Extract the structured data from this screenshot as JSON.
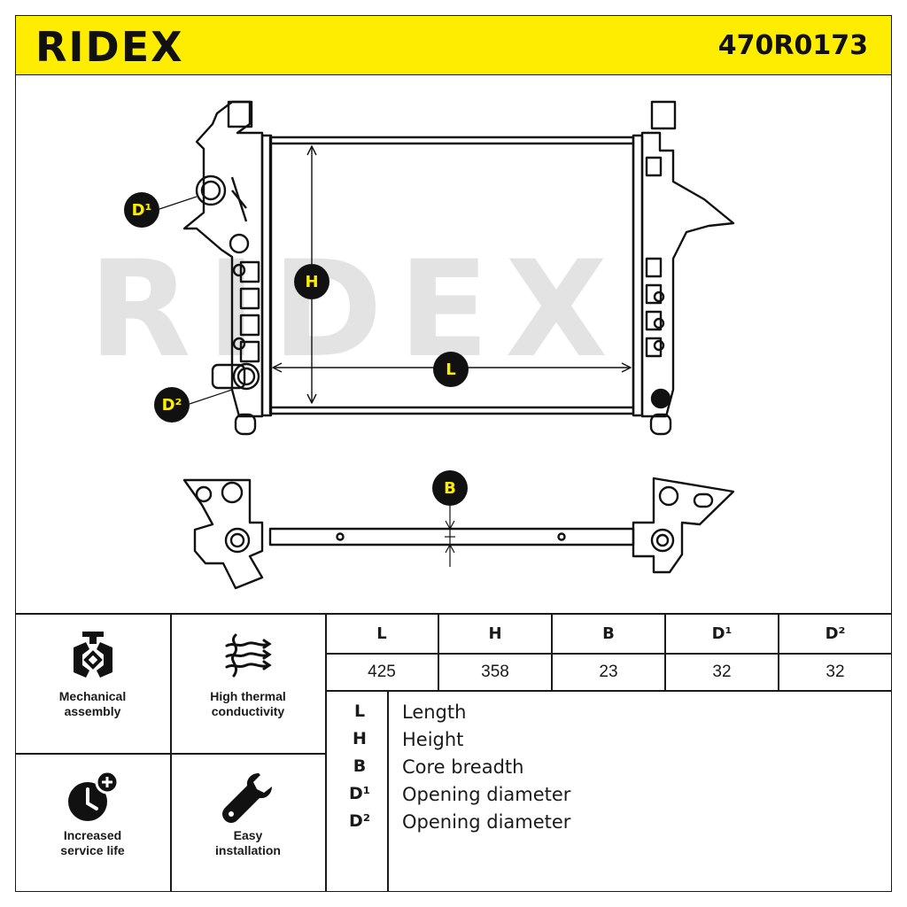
{
  "header": {
    "brand": "RIDEX",
    "part_number": "470R0173"
  },
  "drawing": {
    "watermark": "RIDEX",
    "labels": {
      "D1": "D¹",
      "D2": "D²",
      "H": "H",
      "L": "L",
      "B": "B"
    }
  },
  "features": [
    {
      "icon": "mechanical-assembly-icon",
      "line1": "Mechanical",
      "line2": "assembly"
    },
    {
      "icon": "thermal-conductivity-icon",
      "line1": "High thermal",
      "line2": "conductivity"
    },
    {
      "icon": "clock-plus-icon",
      "line1": "Increased",
      "line2": "service life"
    },
    {
      "icon": "wrench-icon",
      "line1": "Easy",
      "line2": "installation"
    }
  ],
  "dimensions": {
    "headers": [
      "L",
      "H",
      "B",
      "D¹",
      "D²"
    ],
    "values": [
      "425",
      "358",
      "23",
      "32",
      "32"
    ]
  },
  "legend": [
    {
      "key": "L",
      "text": "Length"
    },
    {
      "key": "H",
      "text": "Height"
    },
    {
      "key": "B",
      "text": "Core breadth"
    },
    {
      "key": "D¹",
      "text": "Opening diameter"
    },
    {
      "key": "D²",
      "text": "Opening diameter"
    }
  ],
  "colors": {
    "accent": "#ffed00",
    "ink": "#111111",
    "watermark": "#e3e3e3"
  }
}
